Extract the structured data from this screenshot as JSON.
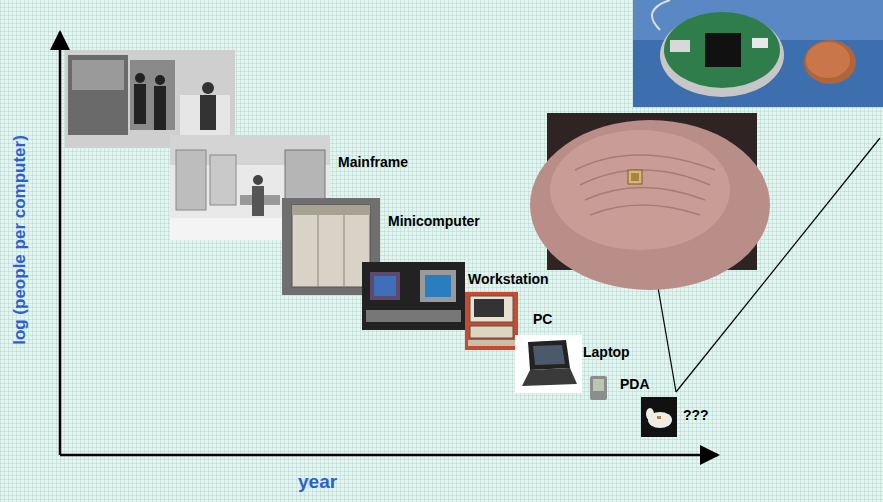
{
  "diagram": {
    "labels": [
      "log (people per computer)",
      "year",
      "Mainframe",
      "Minicomputer",
      "Workstation",
      "PC",
      "Laptop",
      "PDA",
      "???"
    ]
  }
}
